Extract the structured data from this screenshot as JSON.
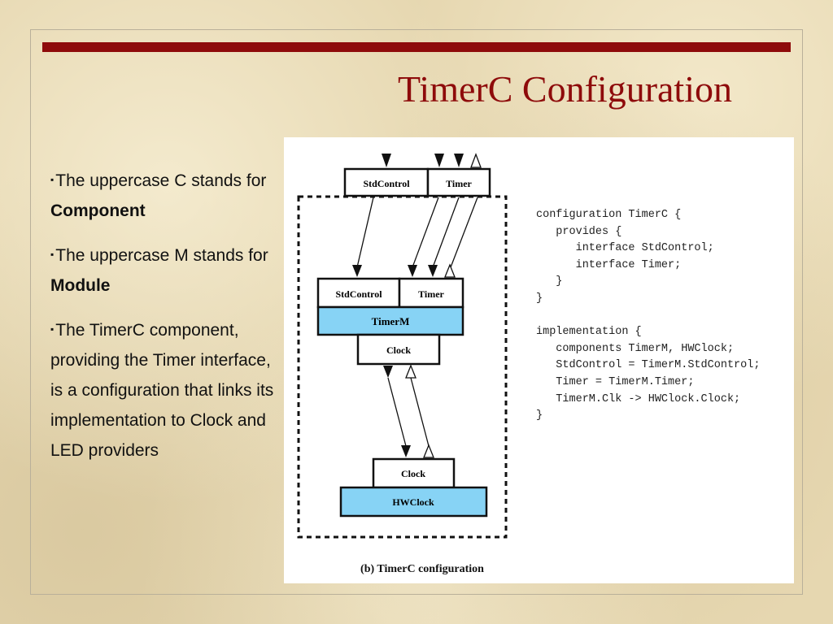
{
  "slide": {
    "title": "TimerC Configuration",
    "accent_color": "#8e0b0b"
  },
  "bullets": [
    {
      "marker": "▪",
      "text": "The uppercase C stands for ",
      "bold": "Component"
    },
    {
      "marker": "▪",
      "text": "The uppercase M stands for ",
      "bold": "Module"
    },
    {
      "marker": "▪",
      "text": "The TimerC component, providing the Timer interface, is a configuration that links its implementation to Clock and LED providers",
      "bold": ""
    }
  ],
  "figure": {
    "caption": "(b) TimerC configuration",
    "box_fill_color": "#87d3f5",
    "boxes": {
      "top_stdcontrol": "StdControl",
      "top_timer": "Timer",
      "mid_stdcontrol": "StdControl",
      "mid_timer": "Timer",
      "timerm": "TimerM",
      "clock_upper": "Clock",
      "clock_lower": "Clock",
      "hwclock": "HWClock"
    },
    "code_lines": [
      "configuration TimerC {",
      "   provides {",
      "      interface StdControl;",
      "      interface Timer;",
      "   }",
      "}",
      "",
      "implementation {",
      "   components TimerM, HWClock;",
      "   StdControl = TimerM.StdControl;",
      "   Timer = TimerM.Timer;",
      "   TimerM.Clk -> HWClock.Clock;",
      "}"
    ]
  }
}
